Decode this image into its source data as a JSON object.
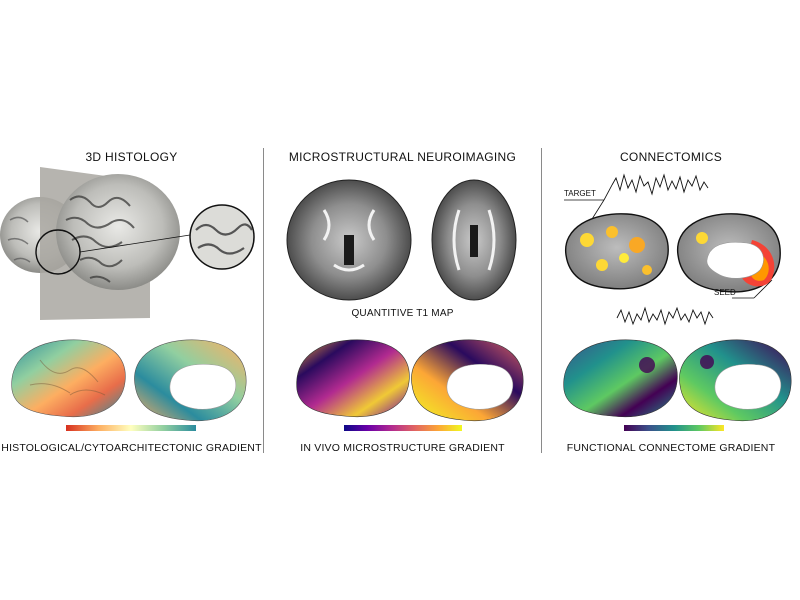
{
  "panels": [
    {
      "title": "3D HISTOLOGY",
      "caption": "HISTOLOGICAL/CYTOARCHITECTONIC GRADIENT",
      "colorbar": [
        "#d7301f",
        "#fdae61",
        "#ffffbf",
        "#91cfa0",
        "#2b8c9e"
      ]
    },
    {
      "title": "MICROSTRUCTURAL NEUROIMAGING",
      "subcaption": "QUANTITIVE T1 MAP",
      "caption": "IN VIVO MICROSTRUCTURE GRADIENT",
      "colorbar": [
        "#0d0887",
        "#6a00a8",
        "#b12a90",
        "#e16462",
        "#fca636",
        "#f0f921"
      ]
    },
    {
      "title": "CONNECTOMICS",
      "target_label": "TARGET",
      "seed_label": "SEED",
      "caption": "FUNCTIONAL CONNECTOME GRADIENT",
      "colorbar": [
        "#440154",
        "#3b528b",
        "#21918c",
        "#5ec962",
        "#fde725"
      ]
    }
  ]
}
